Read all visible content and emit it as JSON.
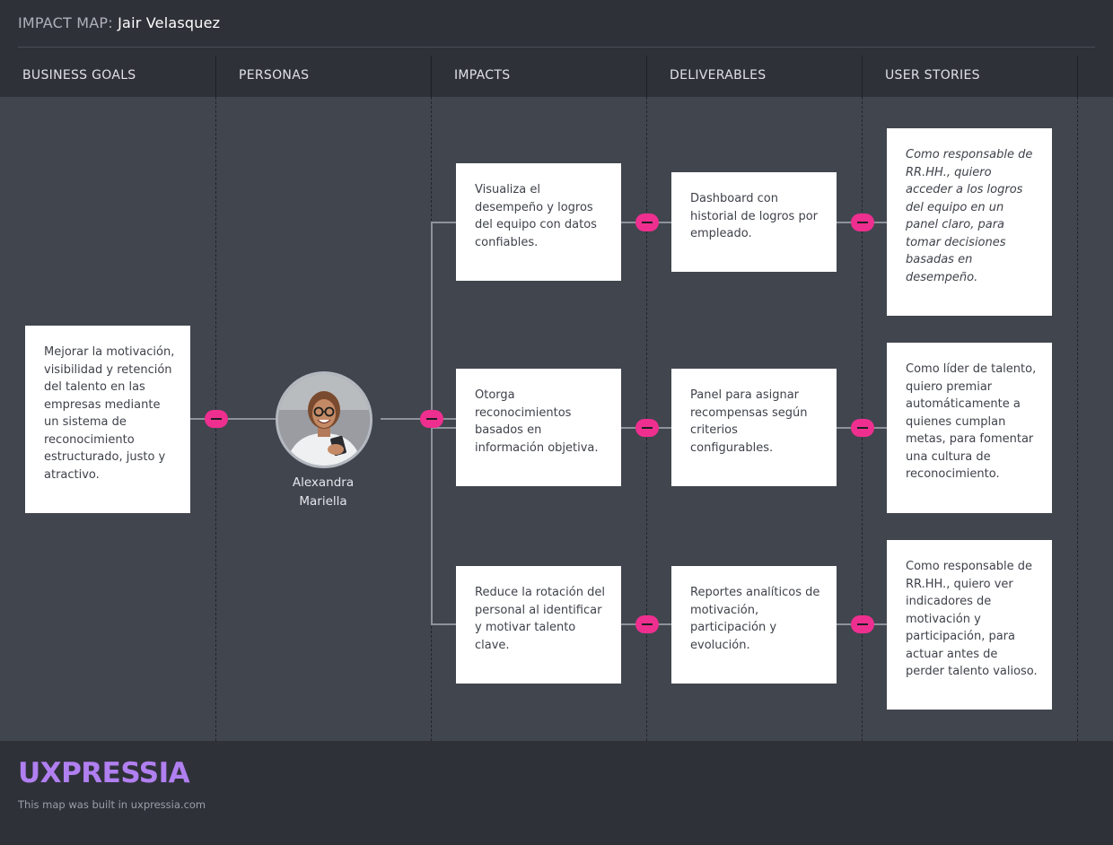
{
  "header": {
    "title_prefix": "IMPACT MAP:",
    "title_name": "Jair Velasquez"
  },
  "columns": [
    "BUSINESS GOALS",
    "PERSONAS",
    "IMPACTS",
    "DELIVERABLES",
    "USER STORIES"
  ],
  "goal": {
    "text": "Mejorar la motivación, visibilidad y retención del talento en las empresas mediante un sistema de reconocimiento estructurado, justo y atractivo."
  },
  "persona": {
    "name": "Alexandra Mariella",
    "icon": "avatar-photo"
  },
  "impacts": [
    "Visualiza el desempeño y logros del equipo con datos confiables.",
    "Otorga reconocimientos basados en información objetiva.",
    "Reduce la rotación del personal al identificar y motivar talento clave."
  ],
  "deliverables": [
    "Dashboard con historial de logros por empleado.",
    "Panel para asignar recompensas según criterios configurables.",
    "Reportes analíticos de motivación, participación y evolución."
  ],
  "user_stories": [
    "Como responsable de RR.HH., quiero acceder a los logros del equipo en un panel claro, para tomar decisiones basadas en desempeño.",
    "Como líder de talento, quiero premiar automáticamente a quienes cumplan metas, para fomentar una cultura de reconocimiento.",
    "Como responsable de RR.HH., quiero ver indicadores de motivación y participación, para actuar antes de perder talento valioso."
  ],
  "footer": {
    "brand": "UXPRESSIA",
    "credit": "This map was built in uxpressia.com"
  },
  "colors": {
    "accent": "#ee2f8f",
    "brand": "#b07ff0",
    "board": "#41454e",
    "chrome": "#2f3139"
  }
}
